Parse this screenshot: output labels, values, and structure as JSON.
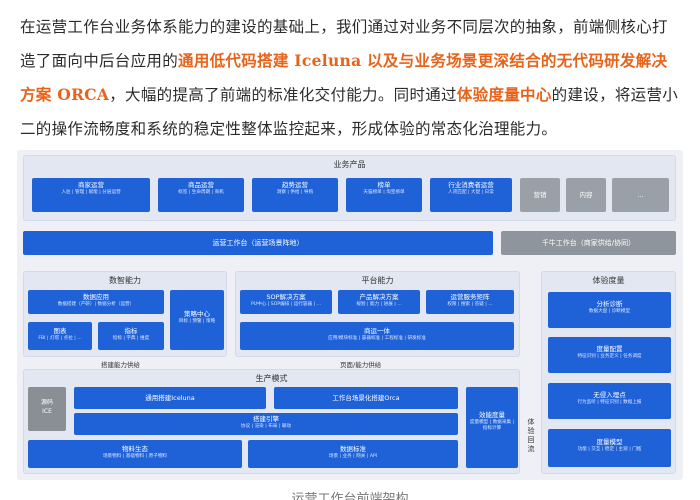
{
  "paragraph": {
    "p1": "在运营工作台业务体系能力的建设的基础上，我们通过对业务不同层次的抽象，前端侧核心打造了面向中后台应用的",
    "h1": "通用低代码搭建 Iceluna 以及与业务场景更深结合的无代码研发解决方案 ORCA",
    "p2": "，大幅的提高了前端的标准化交付能力。同时通过",
    "h2": "体验度量中心",
    "p3": "的建设，将运营小二的操作流畅度和系统的稳定性整体监控起来，形成体验的常态化治理能力。"
  },
  "business": {
    "title": "业务产品",
    "items": [
      {
        "title": "商家运营",
        "sub": "入驻 | 管理 | 赋能 | 分层运营"
      },
      {
        "title": "商品运营",
        "sub": "标签 | 生命周期 | 商机"
      },
      {
        "title": "趋势运营",
        "sub": "洞察 | 供给 | 导购"
      },
      {
        "title": "榜单",
        "sub": "天猫榜单 | 淘宝榜单"
      },
      {
        "title": "行业消费者运营",
        "sub": "人货匹配 | 大促 | 日常"
      }
    ],
    "gray_items": [
      "营销",
      "内容",
      "..."
    ]
  },
  "bars": {
    "main": "运营工作台（运营场景阵地）",
    "side": "千牛工作台（商家供给/协同）"
  },
  "data_cap": {
    "title": "数智能力",
    "app": {
      "title": "数据应用",
      "sub": "数据搭建（产研）| 数据分析（运营）"
    },
    "chart": {
      "title": "图表",
      "sub": "FBI | 灯塔 | 点拉 | ..."
    },
    "metric": {
      "title": "指标",
      "sub": "指标 | 字典 | 维度"
    },
    "strategy": {
      "title": "策略中心",
      "sub": "目标 | 预警 | 策略"
    }
  },
  "platform_cap": {
    "title": "平台能力",
    "sop": {
      "title": "SOP解决方案",
      "sub": "PU中心 | SOP编排 | 运行容器 | ..."
    },
    "product": {
      "title": "产品解决方案",
      "sub": "规划 | 能力 | 进展 | ..."
    },
    "matrix": {
      "title": "运营服务矩阵",
      "sub": "权限 | 搜索 | 答疑 | ..."
    },
    "unify": {
      "title": "商运一体",
      "sub": "应用/模块标准 | 容器标准 | 工程标准 | 研发标准"
    }
  },
  "supply": {
    "left": "搭建能力供给",
    "right": "页面/能力供给"
  },
  "production": {
    "title": "生产模式",
    "source": "源码",
    "ice": "ICE",
    "iceluna": "通用搭建Iceluna",
    "orca": "工作台场景化搭建Orca",
    "engine": {
      "title": "搭建引擎",
      "sub": "协议 | 渲染 | 布局 | 联动"
    },
    "material": {
      "title": "物料生态",
      "sub": "场景物料 | 基础物料 | 原子物料"
    },
    "standard": {
      "title": "数据标准",
      "sub": "场景 | 业务 | 网关 | API"
    },
    "efficiency": {
      "title": "效能度量",
      "sub": "度量模型 | 数据采集 | 指标计算"
    }
  },
  "feedback": "体验回流",
  "experience": {
    "title": "体验度量",
    "items": [
      {
        "title": "分析诊断",
        "sub": "数据大盘 | 诊断模型"
      },
      {
        "title": "度量配置",
        "sub": "特征识别 | 业务定义 | 任务调度"
      },
      {
        "title": "无侵入埋点",
        "sub": "行为监听 | 特征识别 | 数据上报"
      },
      {
        "title": "度量模型",
        "sub": "功能 | 交互 | 稳定 | 主观 | 门槛"
      }
    ]
  },
  "caption": "运营工作台前端架构"
}
